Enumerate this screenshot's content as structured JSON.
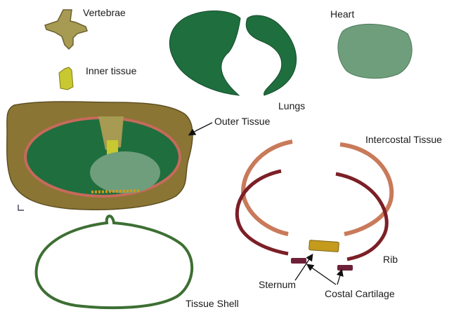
{
  "labels": {
    "vertebrae": "Vertebrae",
    "inner_tissue": "Inner tissue",
    "heart": "Heart",
    "lungs": "Lungs",
    "outer_tissue": "Outer Tissue",
    "intercostal_tissue": "Intercostal Tissue",
    "rib": "Rib",
    "sternum": "Sternum",
    "costal_cartilage": "Costal Cartilage",
    "tissue_shell": "Tissue Shell"
  },
  "colors": {
    "outer_tissue": "#8a7534",
    "vertebrae": "#a79a52",
    "inner_tissue": "#c8c830",
    "lungs": "#1f6e3e",
    "heart": "#6f9e7c",
    "intercostal_tissue": "#c97a5a",
    "rib": "#7c1f26",
    "sternum": "#c49b1c",
    "costal_cartilage": "#6e2038",
    "tissue_shell": "#3d6f33"
  }
}
